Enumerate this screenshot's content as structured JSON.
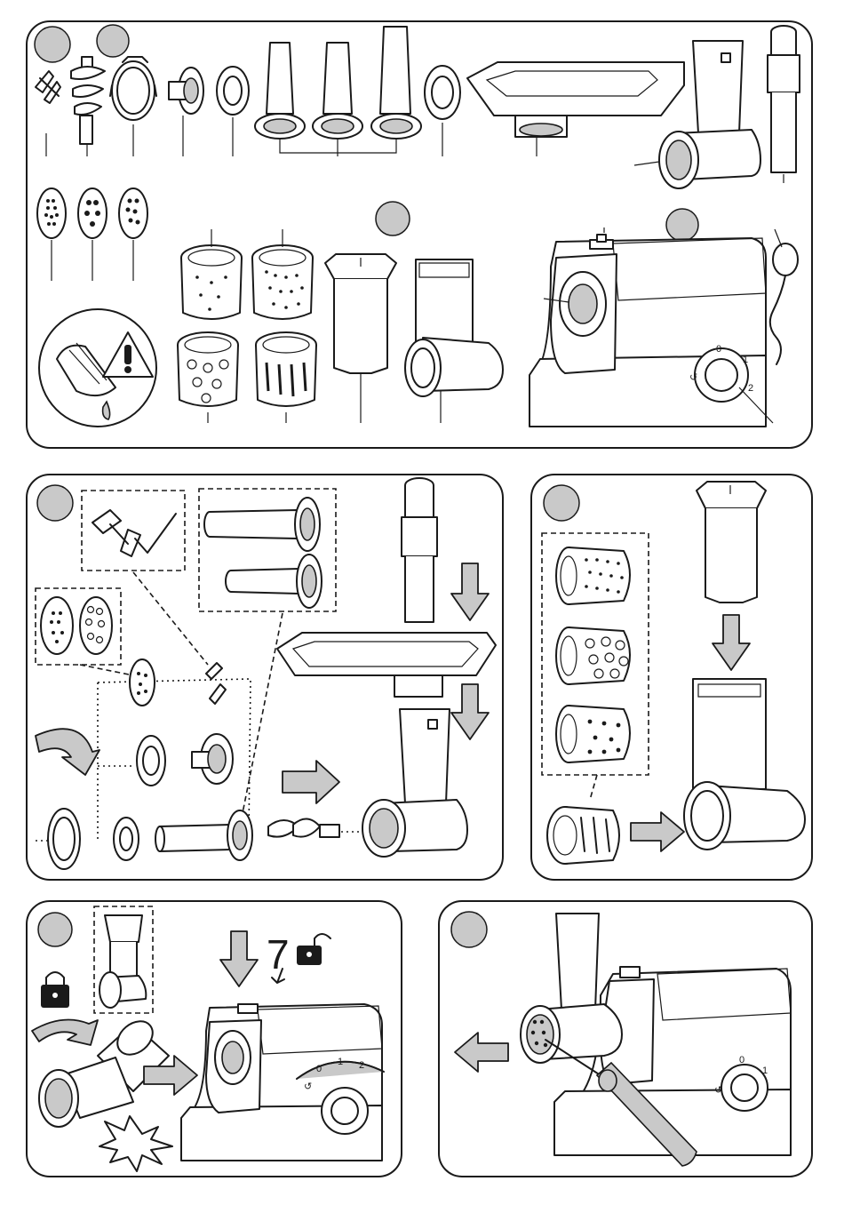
{
  "figure": {
    "kind": "meat grinder assembly instructions",
    "panels": [
      {
        "id": "parts-overview",
        "badges": 4
      },
      {
        "id": "meat-grinder-assembly",
        "badges": 1
      },
      {
        "id": "slicer-assembly",
        "badges": 1
      },
      {
        "id": "attach-to-motor",
        "badges": 1
      },
      {
        "id": "clean-blockage",
        "badges": 1
      }
    ]
  },
  "dial_labels": {
    "zero": "0",
    "one": "1",
    "two": "2",
    "reverse": "↺"
  },
  "motor_dial_labels": {
    "zero": "0",
    "one": "1",
    "two": "2",
    "reverse": "↺"
  },
  "step_mark": "7",
  "colors": {
    "line": "#1a1a1a",
    "fill_gray": "#c9c9c9",
    "background": "#ffffff"
  },
  "icons": [
    "blade-icon",
    "checkmark-icon",
    "warning-triangle-icon",
    "padlock-locked-icon",
    "padlock-unlocked-icon",
    "arrow-down-icon",
    "arrow-right-icon",
    "arrow-left-icon",
    "rotate-arrow-icon",
    "burst-icon",
    "screwdriver-icon"
  ]
}
